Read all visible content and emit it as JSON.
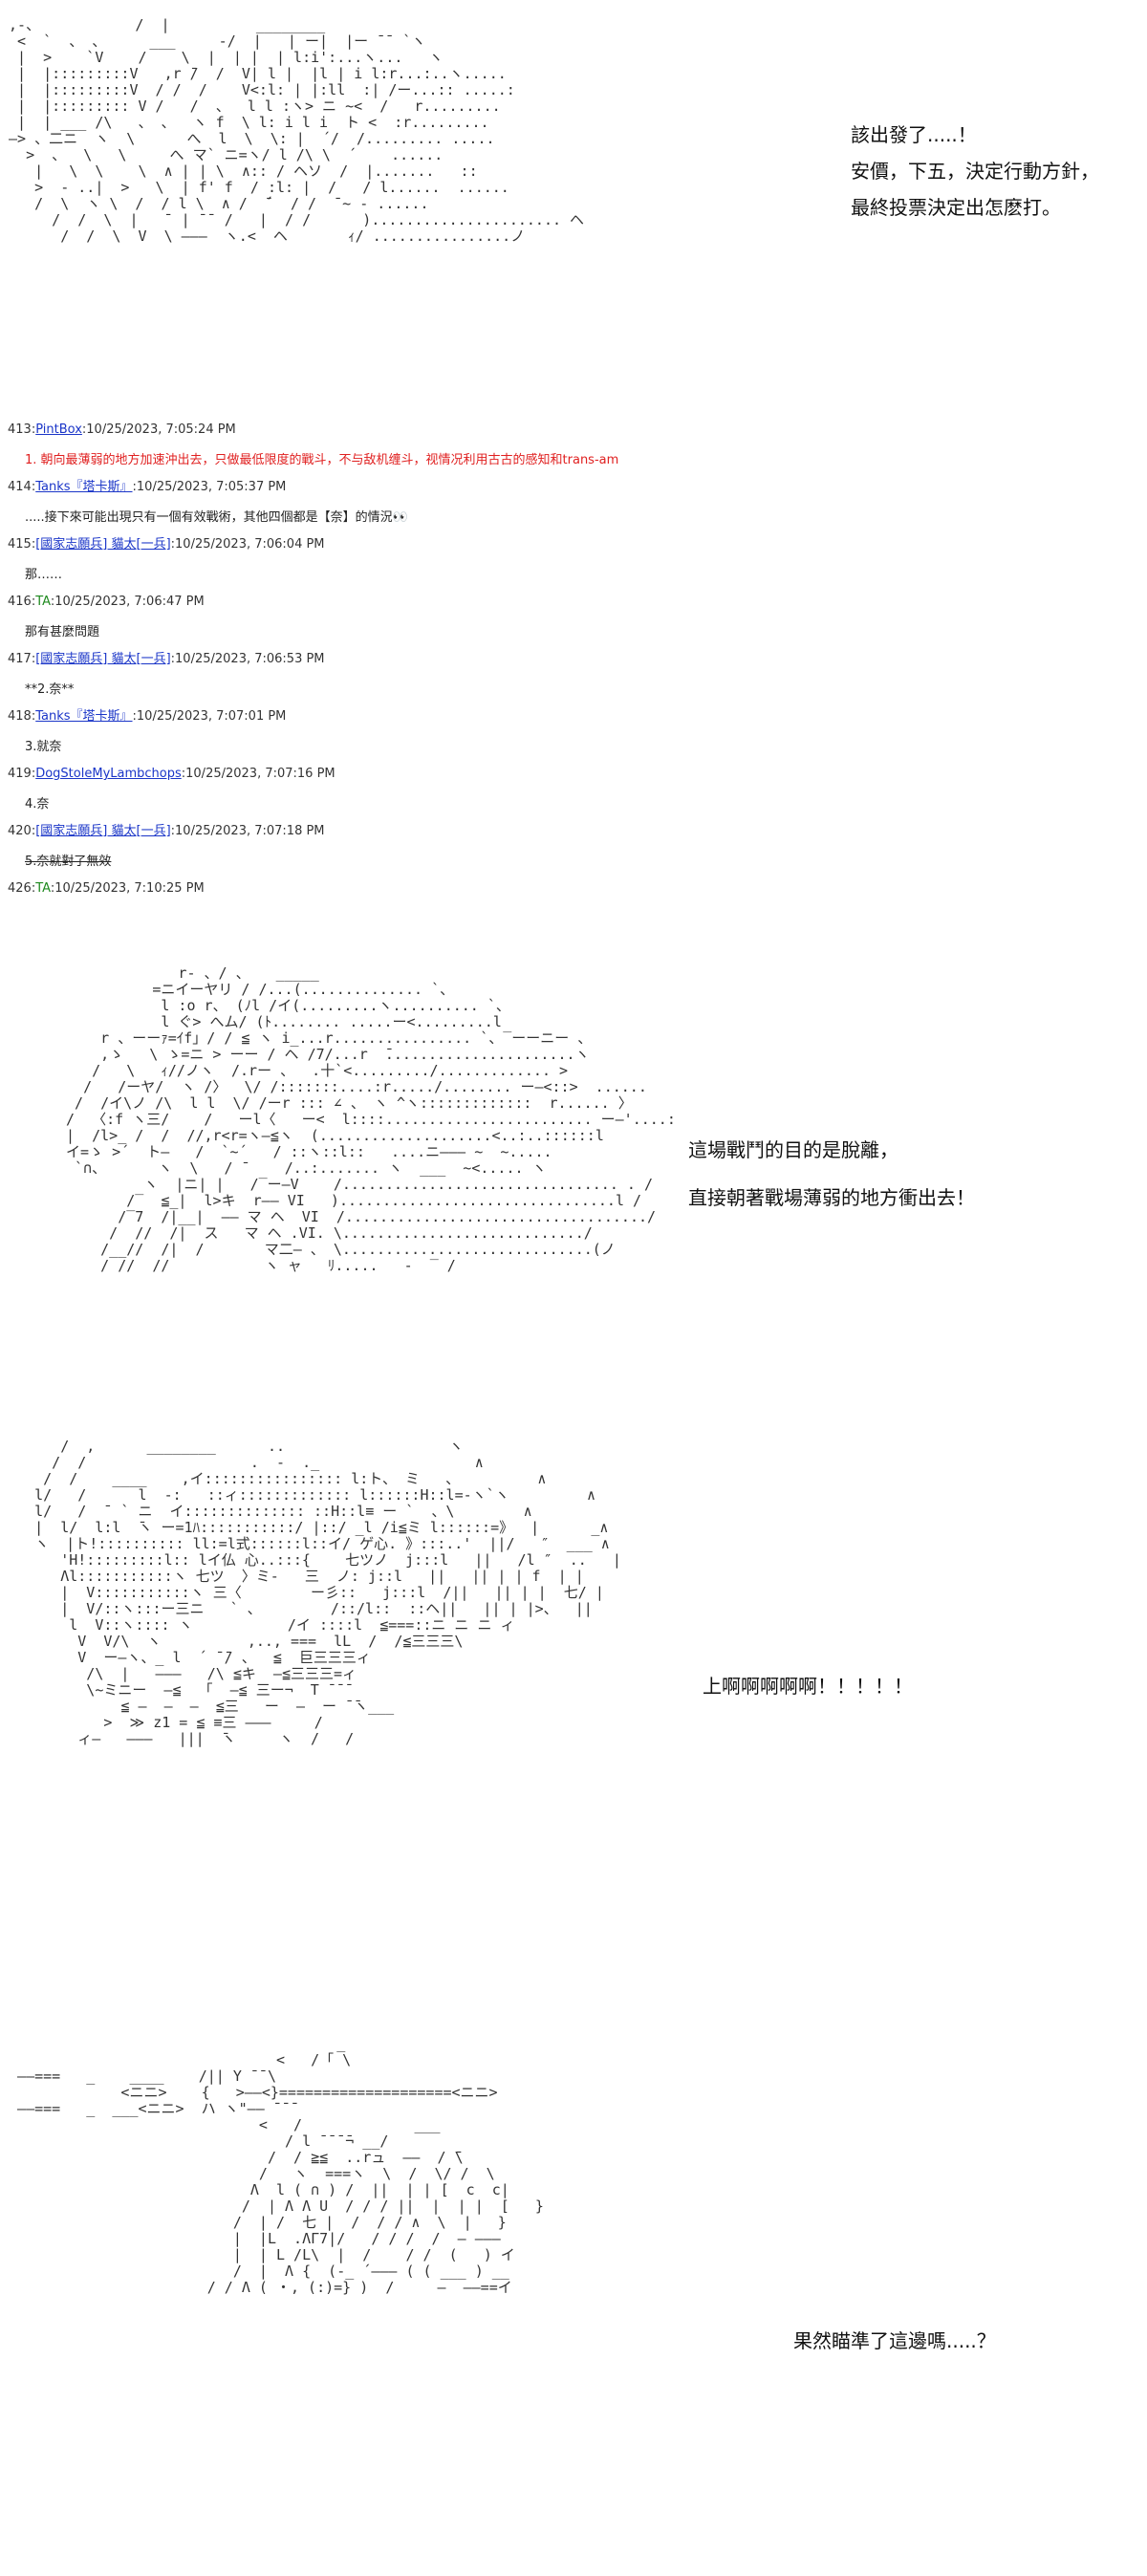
{
  "panel1": {
    "art": " ,-、           /  |          ________\n  <  `  、 、     ___     -/  |   | ー|  |ー ̄ ̄  `ヽ\n  |  >    `V    /    \\  |  | |  | l:i':...ヽ...   ヽ\n  |  |:::::::::V   ,r ̄/  /  V| l |  |l | i l:r...:..ヽ.....\n  |  |:::::::::V  / /  /    V<:l: | |:ll  :| /ー...:: .....:\n  |  |::::::::: V /   /  、  l l :ヽ> ニ ~<  /   r......... \n  |  | ___ /\\   、 、  ヽ f  \\ l: i l i  ト <  :r.........\n —> 、二ニ  ヽ  \\      へ  l  \\  \\: |  ´/  /......... .....\n   >  、  \\   \\     へ マ` ニ=ヽ/ l /\\ \\  ´    ......\n    |   \\  \\    \\  ∧ | | \\  ∧:: / ヘソ  /  |.......   ::\n    >  ‐ ..|  >   \\  | f' f  / :l: |  /   / l......  ......\n    /  \\  ヽ \\  /  / l \\  ∧ /  ̄´  / /  ̄ ~ - ......\n      /  /  \\  |   ̄  | ̄ ̄  /   |  / /      )...................... ヘ\n       /  /  \\  V  \\ ―――  ヽ.<  ヘ       ｨ/ ................ノ ",
    "lines": [
      "該出發了.....！",
      "安價，下五，決定行動方針，",
      "最終投票決定出怎麽打。"
    ]
  },
  "posts": [
    {
      "num": "413",
      "author": "PintBox",
      "author_style": "link",
      "date": "10/25/2023, 7:05:24 PM",
      "body": "1. 朝向最薄弱的地方加速沖出去，只做最低限度的戰斗，不与敌机缠斗，视情况利用古古的感知和trans-am",
      "body_style": "red"
    },
    {
      "num": "414",
      "author": "Tanks『塔卡斯』",
      "author_style": "link",
      "date": "10/25/2023, 7:05:37 PM",
      "body": ".....接下來可能出現只有一個有效戰術，其他四個都是【奈】的情況👀",
      "body_style": "normal"
    },
    {
      "num": "415",
      "author": "[國家志願兵] 貓太[一兵]",
      "author_style": "link",
      "date": "10/25/2023, 7:06:04 PM",
      "body": "那……",
      "body_style": "normal"
    },
    {
      "num": "416",
      "author": "TA",
      "author_style": "plain",
      "date": "10/25/2023, 7:06:47 PM",
      "body": "那有甚麼問題",
      "body_style": "normal"
    },
    {
      "num": "417",
      "author": "[國家志願兵] 貓太[一兵]",
      "author_style": "link",
      "date": "10/25/2023, 7:06:53 PM",
      "body": "**2.奈**",
      "body_style": "normal"
    },
    {
      "num": "418",
      "author": "Tanks『塔卡斯』",
      "author_style": "link",
      "date": "10/25/2023, 7:07:01 PM",
      "body": "3.就奈",
      "body_style": "normal"
    },
    {
      "num": "419",
      "author": "DogStoleMyLambchops",
      "author_style": "link",
      "date": "10/25/2023, 7:07:16 PM",
      "body": "4.奈",
      "body_style": "normal"
    },
    {
      "num": "420",
      "author": "[國家志願兵] 貓太[一兵]",
      "author_style": "link",
      "date": "10/25/2023, 7:07:18 PM",
      "body": "5.奈就對了無效",
      "body_style": "strike"
    },
    {
      "num": "426",
      "author": "TA",
      "author_style": "plain",
      "date": "10/25/2023, 7:10:25 PM",
      "body": "",
      "body_style": "normal"
    }
  ],
  "panel2": {
    "art": "              r- 、/ 、   _____\n           =ニイーヤリ / /...(.............. `、\n            l :o r、 (ﾉl /イ(.........ヽ.......... `、\n            l ぐ> へム/ (ﾄ........ .....ー<.........l\n     r 、ーーｧ=ｲf」/ / ≦ ヽ i_...r................ `、‾ーーニー 、\n     ,ゝ   \\ ゝ=ニ > ーー / ヘ /7/...r  ̄......................ヽ\n    /   \\   ｨ//ノヽ  /.rー 、  .十`<........./............. >\n   /   /ーヤ/  ヽ /〉  \\/ /:::::::....:r...../........ ー―<::>  ......\n  /  /イ\\ノ /\\  l l  \\/ /ーr ::: ∠ 、 ヽ ^ヽ:::::::::::::  r...... 〉\n /  〈:f ヽ三/    /   ーl〈   ー<  l::::........................ ー―'....:\n |  /l>_ /  /  //,r<r=ヽ―≦ヽ  (....................<..:..::::::l\n イ=ゝ >´  ト―   /  `~´   / ::ヽ::l::   ....ニ――― ~  ~.....\n  `∩、      ヽ  \\   / ̄     /..:....... ヽ  ___  ~<..... ヽ\n          ヽ  |ニ| |   /‾ー―V    /................................ . /\n        /‾  ≦_|  l>キ  r―― VI   )................................l /\n       /‾7  /|__|  ―― マ ヘ  VI  /.................................../\n      /  //  /|  ス   マ ヘ .VI. \\............................/\n     /__//  /|  /       マ二― 、 \\.............................(ノ\n     / //  //           ヽ ャ   ﾘ.....   -  ‾ /",
    "lines": [
      "這場戰鬥的目的是脫離，",
      "直接朝著戰場薄弱的地方衝出去！"
    ]
  },
  "panel3": {
    "art": "       /  ,      ________      ..                   ヽ\n      /  /                   .  -  ._                  ∧\n     /  /    ____    ,イ:::::::::::::::: l:ト、 ミ   、         ∧\n    l/   /      l  -:   ::ィ::::::::::::: l::::::H::l=-ヽ`ヽ         ∧\n    l/   /  ̄  ` ニ  イ:::::::::::::: ::H::l≡ ー `  、\\        ∧\n    |  l/  l:l  ̄ヽ ー=1ﾊ:::::::::::/ |::/ _l /i≦ミ l::::::=》  |      _∧\n    ヽ  |ト!:::::::::: ll:=l式::::::l::イ/ ゲ心. 》:::..'  ||/   ″  ___ ∧\n       'H!:::::::::l:: lイ仏 心..:::{    七ツノ  j:::l   ||   /l ″  ..   |\n       Λl:::::::::::ヽ 七ツ  〉ミ-   三  ノ: j::l   ||   || | | f  | |\n       |  V:::::::::::ヽ 三〈        ー彡::   j:::l  /||   || | |  七/ |\n       |  V/::ヽ:::ー三ニ   ` 、        /::/l::  ::ヘ||   || | |>、  ||\n        l  V::ヽ:::: ヽ           /イ ::::l  ≦===::ニ ニ ニ ィ\n         V  V/\\  ヽ          ,.., ===  lL  /  /≦三三三\\\n         V  ー―ヽ、_ l  ´ ̄ ̄/ 、  ≦  巨三三三ィ\n          /\\  |   ―――   /\\ ≦キ  ―≦三三三=ィ\n          \\~ミニー  ―≦  「  ―≦ 三ー¬  T ̄ ̄ ̄\n              ≦ ―  ―  ―  ≦三   ー  ―  ー ̄ ̄ヽ___\n            >  ≫ z1 = ≦ ≡三 ―――     /\n         ィ―   ―――   |||  ̄ヽ     ヽ  /   /",
    "lines": [
      "上啊啊啊啊啊！！！！！"
    ]
  },
  "panel4": {
    "art": "                                       _\n                                <   /「 \\\n  ――===   _    ____    /|| Y ̄ ̄ \\\n              <ニニ>    {   >――<}====================<ニニ>\n  ――===   _  ___<ニニ>  ハ ヽ\"―― ̄ ̄ ̄\n                              <   /             ___\n                                 / l ̄ ̄ ̄ ̄¬ __/\n                               /  / ≧≦  ..rュ  ――  / ̄\\\n                              /   ヽ  ===ヽ  \\  /  \\/ /  \\\n                             Λ  l ( ∩ ) /  ||  | | [  c  c|\n                            /  | Λ Λ U  / / / ||  |  | |  [   }\n                           /  | /  七 |  /  / / ∧  \\  |   }\n                           |  |L  .ΛΓ7|/   / / /  /  ― ―――\n                           |  | L /L\\  |  /    / /  (   ) イ\n                           /  |  Λ {  (-_ ´――― ( ( ___ ) __\n                        / / Λ ( ・, (:)=} )  /     ―  ――==イ",
    "lines": [
      "果然瞄準了這邊嗎.....？"
    ]
  }
}
